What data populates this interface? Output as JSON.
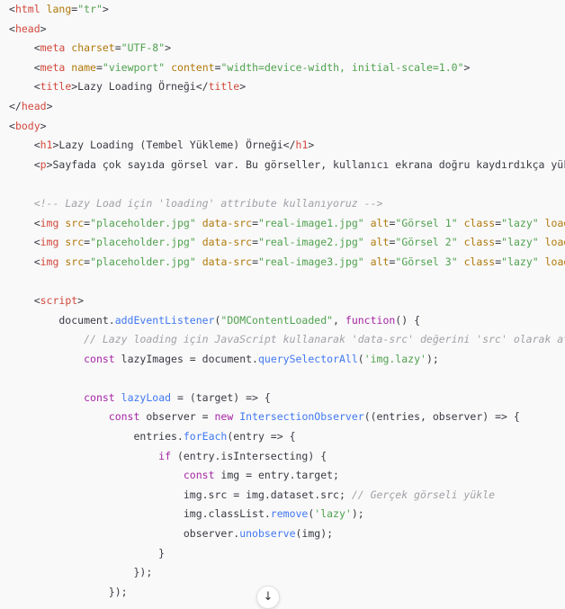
{
  "colors": {
    "background": "#f9f9f9",
    "text": "#383a42",
    "tag": "#d2483c",
    "attribute": "#b0790a",
    "string": "#50a14f",
    "keyword": "#a626a4",
    "function": "#4078f2",
    "comment": "#a0a1a7"
  },
  "scroll_button": {
    "icon": "arrow-down-icon",
    "glyph": "↓"
  },
  "code_lines": [
    [
      [
        "p",
        "<"
      ],
      [
        "tag",
        "html"
      ],
      [
        "p",
        " "
      ],
      [
        "attr",
        "lang"
      ],
      [
        "p",
        "="
      ],
      [
        "str",
        "\"tr\""
      ],
      [
        "p",
        ">"
      ]
    ],
    [
      [
        "p",
        "<"
      ],
      [
        "tag",
        "head"
      ],
      [
        "p",
        ">"
      ]
    ],
    [
      [
        "p",
        "    <"
      ],
      [
        "tag",
        "meta"
      ],
      [
        "p",
        " "
      ],
      [
        "attr",
        "charset"
      ],
      [
        "p",
        "="
      ],
      [
        "str",
        "\"UTF-8\""
      ],
      [
        "p",
        ">"
      ]
    ],
    [
      [
        "p",
        "    <"
      ],
      [
        "tag",
        "meta"
      ],
      [
        "p",
        " "
      ],
      [
        "attr",
        "name"
      ],
      [
        "p",
        "="
      ],
      [
        "str",
        "\"viewport\""
      ],
      [
        "p",
        " "
      ],
      [
        "attr",
        "content"
      ],
      [
        "p",
        "="
      ],
      [
        "str",
        "\"width=device-width, initial-scale=1.0\""
      ],
      [
        "p",
        ">"
      ]
    ],
    [
      [
        "p",
        "    <"
      ],
      [
        "tag",
        "title"
      ],
      [
        "p",
        ">Lazy Loading Örneği</"
      ],
      [
        "tag",
        "title"
      ],
      [
        "p",
        ">"
      ]
    ],
    [
      [
        "p",
        "</"
      ],
      [
        "tag",
        "head"
      ],
      [
        "p",
        ">"
      ]
    ],
    [
      [
        "p",
        "<"
      ],
      [
        "tag",
        "body"
      ],
      [
        "p",
        ">"
      ]
    ],
    [
      [
        "p",
        "    <"
      ],
      [
        "tag",
        "h1"
      ],
      [
        "p",
        ">Lazy Loading (Tembel Yükleme) Örneği</"
      ],
      [
        "tag",
        "h1"
      ],
      [
        "p",
        ">"
      ]
    ],
    [
      [
        "p",
        "    <"
      ],
      [
        "tag",
        "p"
      ],
      [
        "p",
        ">Sayfada çok sayıda görsel var. Bu görseller, kullanıcı ekrana doğru kaydırdıkça yük"
      ]
    ],
    [],
    [
      [
        "p",
        "    "
      ],
      [
        "com",
        "<!-- Lazy Load için 'loading' attribute kullanıyoruz -->"
      ]
    ],
    [
      [
        "p",
        "    <"
      ],
      [
        "tag",
        "img"
      ],
      [
        "p",
        " "
      ],
      [
        "attr",
        "src"
      ],
      [
        "p",
        "="
      ],
      [
        "str",
        "\"placeholder.jpg\""
      ],
      [
        "p",
        " "
      ],
      [
        "attr",
        "data-src"
      ],
      [
        "p",
        "="
      ],
      [
        "str",
        "\"real-image1.jpg\""
      ],
      [
        "p",
        " "
      ],
      [
        "attr",
        "alt"
      ],
      [
        "p",
        "="
      ],
      [
        "str",
        "\"Görsel 1\""
      ],
      [
        "p",
        " "
      ],
      [
        "attr",
        "class"
      ],
      [
        "p",
        "="
      ],
      [
        "str",
        "\"lazy\""
      ],
      [
        "p",
        " "
      ],
      [
        "attr",
        "load"
      ]
    ],
    [
      [
        "p",
        "    <"
      ],
      [
        "tag",
        "img"
      ],
      [
        "p",
        " "
      ],
      [
        "attr",
        "src"
      ],
      [
        "p",
        "="
      ],
      [
        "str",
        "\"placeholder.jpg\""
      ],
      [
        "p",
        " "
      ],
      [
        "attr",
        "data-src"
      ],
      [
        "p",
        "="
      ],
      [
        "str",
        "\"real-image2.jpg\""
      ],
      [
        "p",
        " "
      ],
      [
        "attr",
        "alt"
      ],
      [
        "p",
        "="
      ],
      [
        "str",
        "\"Görsel 2\""
      ],
      [
        "p",
        " "
      ],
      [
        "attr",
        "class"
      ],
      [
        "p",
        "="
      ],
      [
        "str",
        "\"lazy\""
      ],
      [
        "p",
        " "
      ],
      [
        "attr",
        "load"
      ]
    ],
    [
      [
        "p",
        "    <"
      ],
      [
        "tag",
        "img"
      ],
      [
        "p",
        " "
      ],
      [
        "attr",
        "src"
      ],
      [
        "p",
        "="
      ],
      [
        "str",
        "\"placeholder.jpg\""
      ],
      [
        "p",
        " "
      ],
      [
        "attr",
        "data-src"
      ],
      [
        "p",
        "="
      ],
      [
        "str",
        "\"real-image3.jpg\""
      ],
      [
        "p",
        " "
      ],
      [
        "attr",
        "alt"
      ],
      [
        "p",
        "="
      ],
      [
        "str",
        "\"Görsel 3\""
      ],
      [
        "p",
        " "
      ],
      [
        "attr",
        "class"
      ],
      [
        "p",
        "="
      ],
      [
        "str",
        "\"lazy\""
      ],
      [
        "p",
        " "
      ],
      [
        "attr",
        "load"
      ]
    ],
    [],
    [
      [
        "p",
        "    <"
      ],
      [
        "tag",
        "script"
      ],
      [
        "p",
        ">"
      ]
    ],
    [
      [
        "p",
        "        document."
      ],
      [
        "fn",
        "addEventListener"
      ],
      [
        "p",
        "("
      ],
      [
        "str",
        "\"DOMContentLoaded\""
      ],
      [
        "p",
        ", "
      ],
      [
        "kw",
        "function"
      ],
      [
        "p",
        "() {"
      ]
    ],
    [
      [
        "p",
        "            "
      ],
      [
        "com",
        "// Lazy loading için JavaScript kullanarak 'data-src' değerini 'src' olarak at"
      ]
    ],
    [
      [
        "p",
        "            "
      ],
      [
        "kw",
        "const"
      ],
      [
        "p",
        " lazyImages = document."
      ],
      [
        "fn",
        "querySelectorAll"
      ],
      [
        "p",
        "("
      ],
      [
        "str",
        "'img.lazy'"
      ],
      [
        "p",
        ");"
      ]
    ],
    [],
    [
      [
        "p",
        "            "
      ],
      [
        "kw",
        "const"
      ],
      [
        "p",
        " "
      ],
      [
        "fn",
        "lazyLoad"
      ],
      [
        "p",
        " = (target) => {"
      ]
    ],
    [
      [
        "p",
        "                "
      ],
      [
        "kw",
        "const"
      ],
      [
        "p",
        " observer = "
      ],
      [
        "kw",
        "new"
      ],
      [
        "p",
        " "
      ],
      [
        "fn",
        "IntersectionObserver"
      ],
      [
        "p",
        "((entries, observer) => {"
      ]
    ],
    [
      [
        "p",
        "                    entries."
      ],
      [
        "fn",
        "forEach"
      ],
      [
        "p",
        "(entry => {"
      ]
    ],
    [
      [
        "p",
        "                        "
      ],
      [
        "kw",
        "if"
      ],
      [
        "p",
        " (entry.isIntersecting) {"
      ]
    ],
    [
      [
        "p",
        "                            "
      ],
      [
        "kw",
        "const"
      ],
      [
        "p",
        " img = entry.target;"
      ]
    ],
    [
      [
        "p",
        "                            img.src = img.dataset.src; "
      ],
      [
        "com",
        "// Gerçek görseli yükle"
      ]
    ],
    [
      [
        "p",
        "                            img.classList."
      ],
      [
        "fn",
        "remove"
      ],
      [
        "p",
        "("
      ],
      [
        "str",
        "'lazy'"
      ],
      [
        "p",
        ");"
      ]
    ],
    [
      [
        "p",
        "                            observer."
      ],
      [
        "fn",
        "unobserve"
      ],
      [
        "p",
        "(img);"
      ]
    ],
    [
      [
        "p",
        "                        }"
      ]
    ],
    [
      [
        "p",
        "                    });"
      ]
    ],
    [
      [
        "p",
        "                });"
      ]
    ]
  ]
}
